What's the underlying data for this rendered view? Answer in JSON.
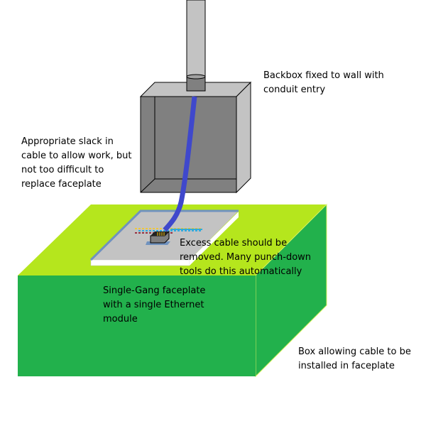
{
  "labels": {
    "backbox": "Backbox fixed to wall with\nconduit entry",
    "slack": "Appropriate slack in\ncable to allow work, but\nnot too difficult to\nreplace faceplate",
    "excess": "Excess cable should be\nremoved. Many punch-down\ntools do this automatically",
    "faceplate": "Single-Gang faceplate\nwith a single Ethernet\nmodule",
    "box": "Box allowing cable to be\ninstalled in faceplate"
  },
  "colors": {
    "green_front": "#22b14c",
    "green_top": "#b5e61d",
    "cable": "#3f48cc",
    "backbox": "#808080",
    "backbox_light": "#c3c3c3",
    "plate_edge": "#7092be"
  }
}
